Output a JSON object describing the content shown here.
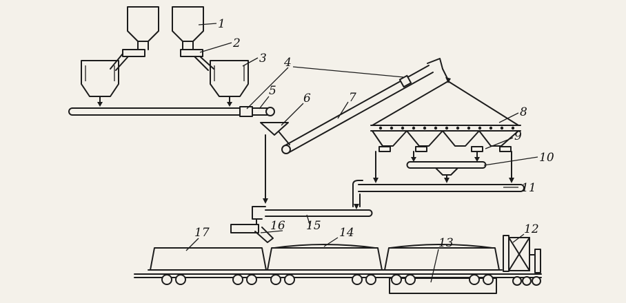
{
  "diagram": {
    "labels": [
      "1",
      "2",
      "3",
      "4",
      "5",
      "6",
      "7",
      "8",
      "9",
      "10",
      "11",
      "12",
      "13",
      "14",
      "15",
      "16",
      "17"
    ]
  },
  "colors": {
    "ink": "#1c1c1c",
    "paper": "#f4f1ea"
  }
}
